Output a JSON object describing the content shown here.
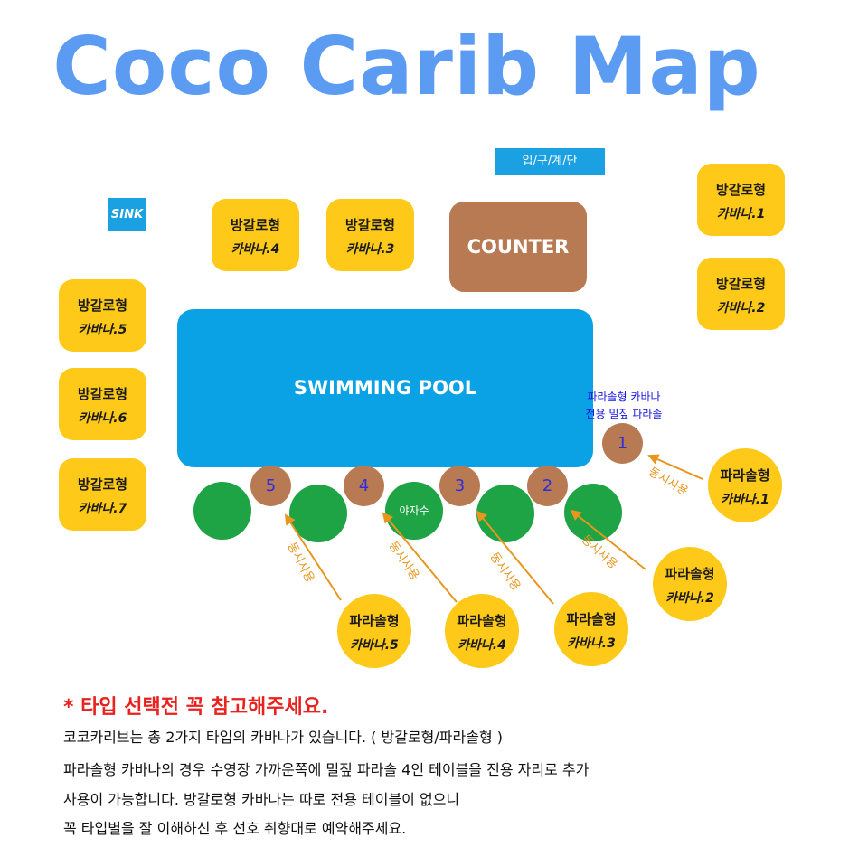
{
  "title": "Coco Carib Map",
  "entrance": "입/구/계/단",
  "sink": "SINK",
  "counter": "COUNTER",
  "pool": "SWIMMING POOL",
  "palm": "야자수",
  "bungalow_type": "방갈로형",
  "parasol_type": "파라솔형",
  "bungalows": [
    "카바나.1",
    "카바나.2",
    "카바나.3",
    "카바나.4",
    "카바나.5",
    "카바나.6",
    "카바나.7"
  ],
  "parasols": [
    "카바나.1",
    "카바나.2",
    "카바나.3",
    "카바나.4",
    "카바나.5"
  ],
  "umbrellas": [
    "1",
    "2",
    "3",
    "4",
    "5"
  ],
  "umbrella_note": [
    "파라솔형 카바나",
    "전용 밀짚 파라솔"
  ],
  "simultaneous_use": "동시사용",
  "notice": {
    "heading": "* 타입 선택전 꼭 참고해주세요.",
    "lines": [
      "코코카리브는 총 2가지 타입의 카바나가 있습니다. ( 방갈로형/파라솔형 )",
      "파라솔형 카바나의 경우 수영장 가까운쪽에 밀짚 파라솔 4인 테이블을 전용 자리로 추가",
      "사용이 가능합니다. 방갈로형 카바나는 따로 전용 테이블이 없으니",
      "꼭 타입별을 잘 이해하신 후 선호 취향대로 예약해주세요."
    ]
  },
  "colors": {
    "title": "#5b9cf2",
    "pool": "#0aa2e5",
    "cabana": "#fec918",
    "counter": "#b87a52",
    "tree": "#1ea345",
    "arrow": "#e8961e",
    "heading": "#e8231f"
  }
}
